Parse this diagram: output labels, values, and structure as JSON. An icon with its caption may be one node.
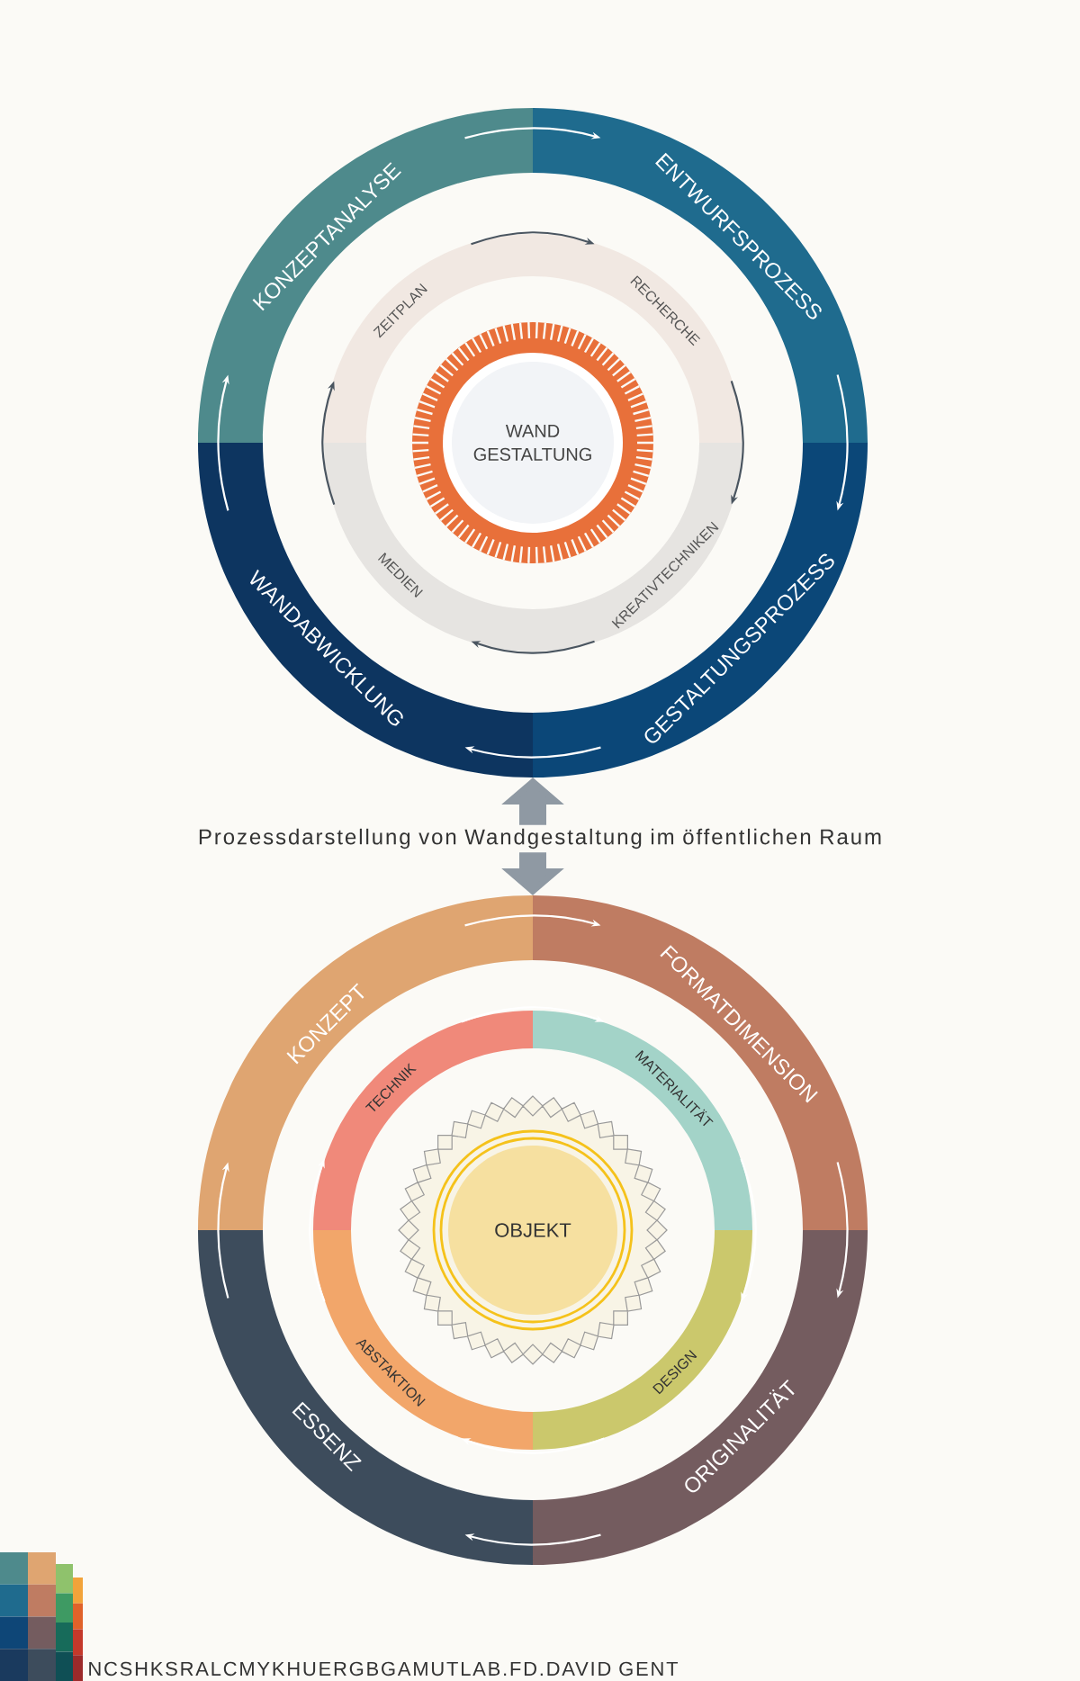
{
  "diagram": {
    "title": "Prozessdarstellung von Wandgestaltung im öffentlichen Raum",
    "nodes": [
      {
        "text": [
          "KONZEPTANALYSE"
        ]
      },
      {
        "text": [
          "ENTWURFSPROZESS"
        ]
      },
      {
        "text": [
          "GESTALTUNGSPROZESS"
        ]
      },
      {
        "text": [
          "WANDABWICKLUNG"
        ]
      },
      {
        "text": [
          "ZEITPLAN"
        ]
      },
      {
        "text": [
          "RECHERCHE"
        ]
      },
      {
        "text": [
          "KREATIVTECHNIKEN"
        ]
      },
      {
        "text": [
          "MEDIEN"
        ]
      },
      {
        "text": [
          "WAND GESTALTUNG"
        ]
      },
      {
        "text": [
          "KONZEPT"
        ]
      },
      {
        "text": [
          "FORMATDIMENSION"
        ]
      },
      {
        "text": [
          "ORIGINALITÄT"
        ]
      },
      {
        "text": [
          "ESSENZ"
        ]
      },
      {
        "text": [
          "TECHNIK"
        ]
      },
      {
        "text": [
          "MATERIALITÄT"
        ]
      },
      {
        "text": [
          "DESIGN"
        ]
      },
      {
        "text": [
          "ABSTAKTION"
        ]
      },
      {
        "text": [
          "OBJEKT"
        ]
      }
    ],
    "edges": [
      {
        "from": 0,
        "to": 1,
        "arrow": "to"
      },
      {
        "from": 1,
        "to": 2,
        "arrow": "to"
      },
      {
        "from": 2,
        "to": 3,
        "arrow": "to"
      },
      {
        "from": 3,
        "to": 0,
        "arrow": "to"
      },
      {
        "from": 4,
        "to": 5,
        "arrow": "to",
        "color": "#4a5560"
      },
      {
        "from": 5,
        "to": 6,
        "arrow": "to",
        "color": "#4a5560"
      },
      {
        "from": 6,
        "to": 7,
        "arrow": "to",
        "color": "#4a5560"
      },
      {
        "from": 7,
        "to": 4,
        "arrow": "to",
        "color": "#4a5560"
      },
      {
        "from": 9,
        "to": 10,
        "arrow": "to"
      },
      {
        "from": 10,
        "to": 11,
        "arrow": "to"
      },
      {
        "from": 11,
        "to": 12,
        "arrow": "to"
      },
      {
        "from": 12,
        "to": 9,
        "arrow": "to"
      },
      {
        "from": 13,
        "to": 14,
        "arrow": "to"
      },
      {
        "from": 14,
        "to": 15,
        "arrow": "to"
      },
      {
        "from": 15,
        "to": 16,
        "arrow": "to"
      },
      {
        "from": 16,
        "to": 13,
        "arrow": "to"
      },
      {
        "from": 3,
        "to": 9,
        "arrow": "both",
        "style": "thick",
        "color": "#8f99a3"
      }
    ],
    "labels": [
      "NCSHKSRALCMYKHUERGBGAMUTLAB.FD.DAVID GENT"
    ]
  }
}
